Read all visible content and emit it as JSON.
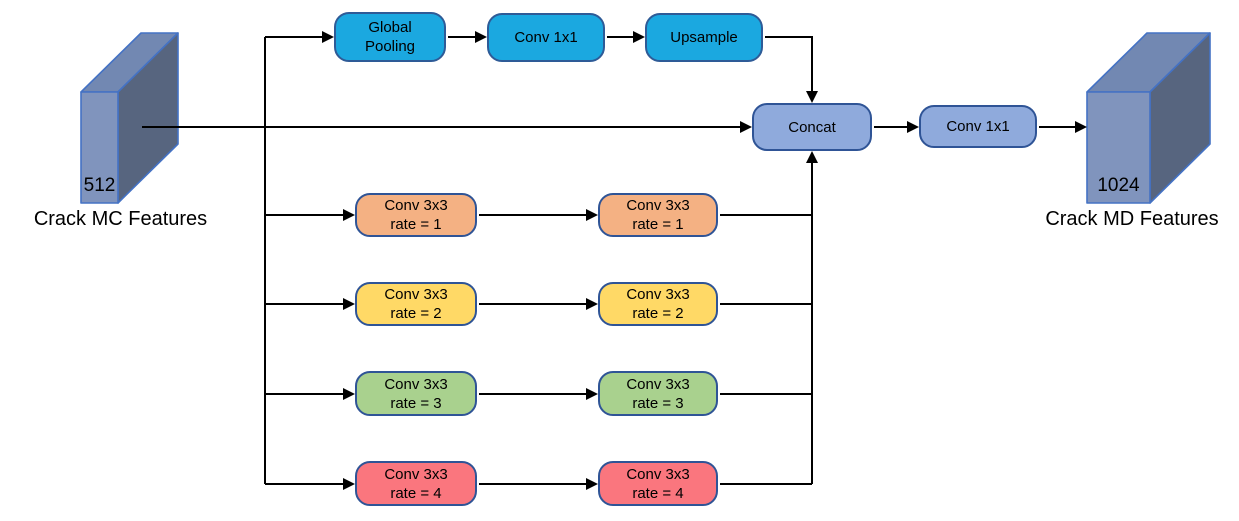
{
  "title": "Atrous multi-rate convolution feature fusion diagram",
  "palette": {
    "cyan_fill": "#1BA8E0",
    "cyan_border": "#2E5B97",
    "periwinkle_fill": "#8FAADC",
    "navy_border": "#2F5496",
    "orange_fill": "#F4B183",
    "yellow_fill": "#FFD966",
    "green_fill": "#A9D18E",
    "red_fill": "#FA767E",
    "box3d_front": "#8094BD",
    "box3d_top": "#7288B2",
    "box3d_side": "#57657F",
    "box3d_border": "#4472C4",
    "line_color": "#000000"
  },
  "input_block": {
    "channels": "512",
    "caption": "Crack MC Features"
  },
  "output_block": {
    "channels": "1024",
    "caption": "Crack MD Features"
  },
  "pooling_branch": {
    "global_pooling": {
      "line1": "Global",
      "line2": "Pooling"
    },
    "conv1x1": {
      "line1": "Conv 1x1"
    },
    "upsample": {
      "line1": "Upsample"
    }
  },
  "merge": {
    "concat": {
      "line1": "Concat"
    },
    "conv1x1": {
      "line1": "Conv 1x1"
    }
  },
  "branches": [
    {
      "line1": "Conv 3x3",
      "line2": "rate = 1",
      "color": "#F4B183"
    },
    {
      "line1": "Conv 3x3",
      "line2": "rate = 2",
      "color": "#FFD966"
    },
    {
      "line1": "Conv 3x3",
      "line2": "rate = 3",
      "color": "#A9D18E"
    },
    {
      "line1": "Conv 3x3",
      "line2": "rate = 4",
      "color": "#FA767E"
    }
  ],
  "edges": [
    "crack-mc-features -> global-pooling",
    "global-pooling -> conv1x1-top",
    "conv1x1-top -> upsample",
    "upsample -> concat",
    "crack-mc-features -> concat",
    "crack-mc-features -> conv3x3-rate1-a",
    "conv3x3-rate1-a -> conv3x3-rate1-b",
    "conv3x3-rate1-b -> concat",
    "crack-mc-features -> conv3x3-rate2-a",
    "conv3x3-rate2-a -> conv3x3-rate2-b",
    "conv3x3-rate2-b -> concat",
    "crack-mc-features -> conv3x3-rate3-a",
    "conv3x3-rate3-a -> conv3x3-rate3-b",
    "conv3x3-rate3-b -> concat",
    "crack-mc-features -> conv3x3-rate4-a",
    "conv3x3-rate4-a -> conv3x3-rate4-b",
    "conv3x3-rate4-b -> concat",
    "concat -> conv1x1-output",
    "conv1x1-output -> crack-md-features"
  ]
}
